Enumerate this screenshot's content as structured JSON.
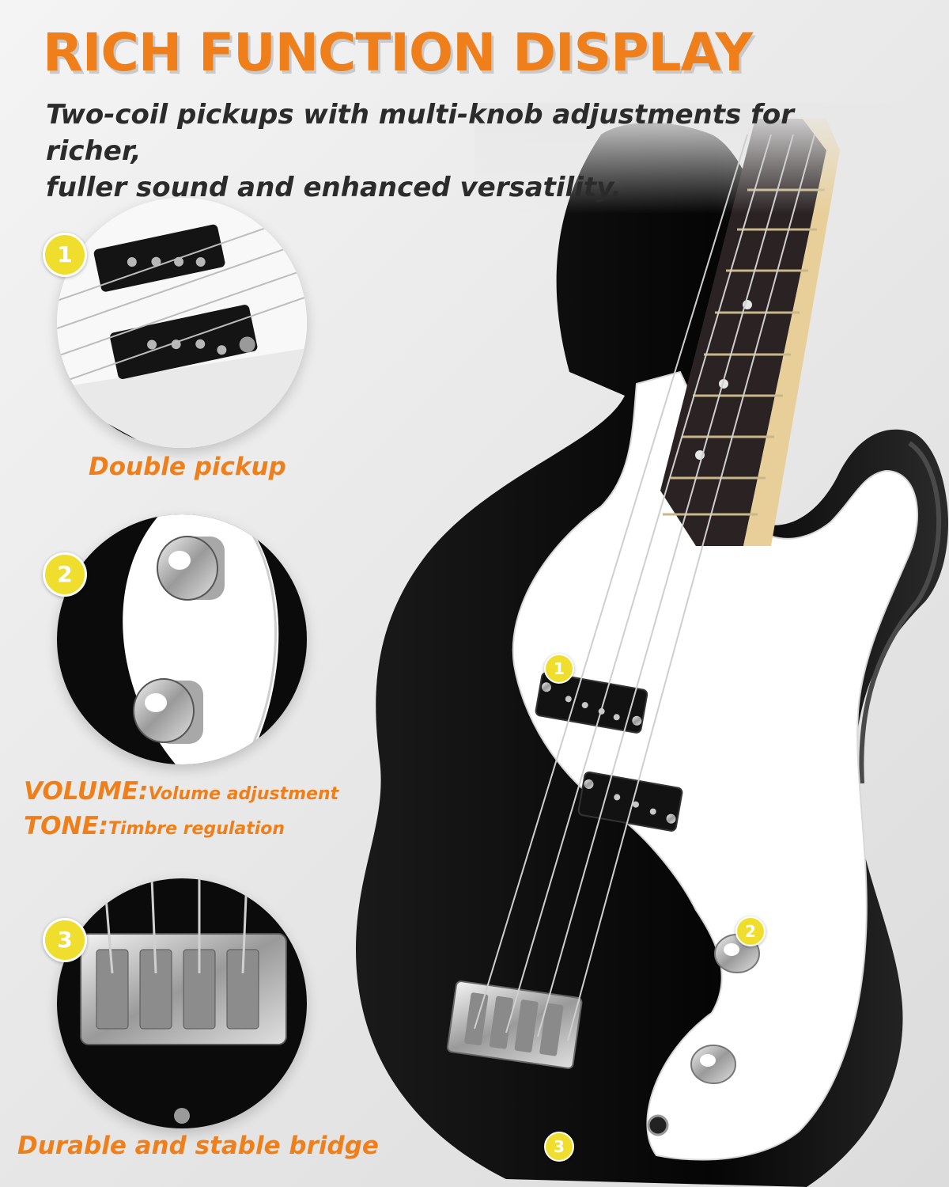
{
  "header": {
    "title": "RICH FUNCTION DISPLAY",
    "subtitle_line1": "Two-coil pickups with multi-knob adjustments for richer,",
    "subtitle_line2": "fuller sound and enhanced versatility."
  },
  "features": [
    {
      "number": "1",
      "caption": "Double pickup"
    },
    {
      "number": "2",
      "items": [
        {
          "key": "VOLUME:",
          "desc": "Volume adjustment"
        },
        {
          "key": "TONE:",
          "desc": "Timbre regulation"
        }
      ]
    },
    {
      "number": "3",
      "caption": "Durable and stable bridge"
    }
  ],
  "colors": {
    "accent_orange": "#ef7f1a",
    "badge_yellow": "#f0de2f",
    "body_black": "#0c0c0c",
    "pickguard_white": "#ffffff"
  }
}
